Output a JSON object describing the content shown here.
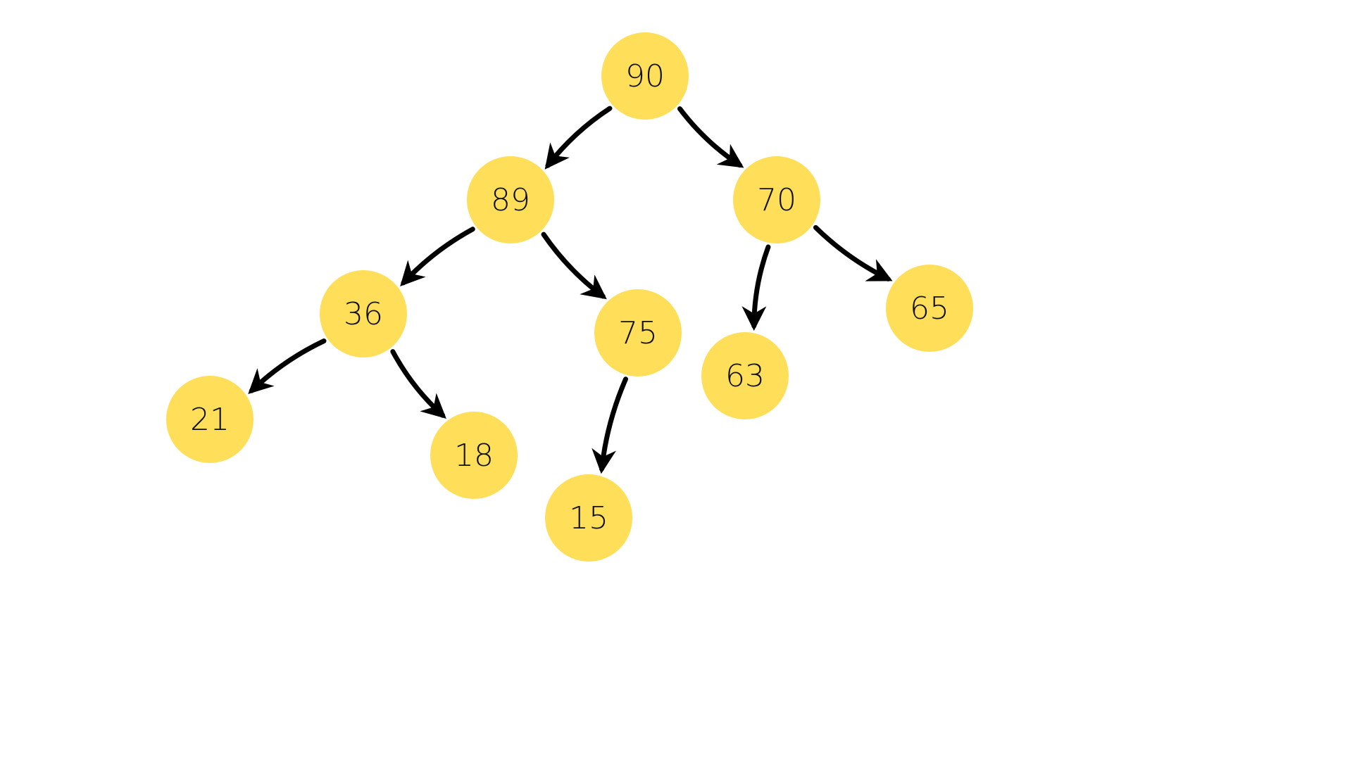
{
  "diagram": {
    "type": "binary-tree",
    "node_color": "#FFDE59",
    "edge_color": "#000000",
    "nodes": [
      {
        "id": "n90",
        "label": "90"
      },
      {
        "id": "n89",
        "label": "89"
      },
      {
        "id": "n70",
        "label": "70"
      },
      {
        "id": "n36",
        "label": "36"
      },
      {
        "id": "n75",
        "label": "75"
      },
      {
        "id": "n63",
        "label": "63"
      },
      {
        "id": "n65",
        "label": "65"
      },
      {
        "id": "n21",
        "label": "21"
      },
      {
        "id": "n18",
        "label": "18"
      },
      {
        "id": "n15",
        "label": "15"
      }
    ],
    "edges": [
      {
        "from": "n90",
        "to": "n89"
      },
      {
        "from": "n90",
        "to": "n70"
      },
      {
        "from": "n89",
        "to": "n36"
      },
      {
        "from": "n89",
        "to": "n75"
      },
      {
        "from": "n70",
        "to": "n63"
      },
      {
        "from": "n70",
        "to": "n65"
      },
      {
        "from": "n36",
        "to": "n21"
      },
      {
        "from": "n36",
        "to": "n18"
      },
      {
        "from": "n75",
        "to": "n15"
      }
    ]
  }
}
